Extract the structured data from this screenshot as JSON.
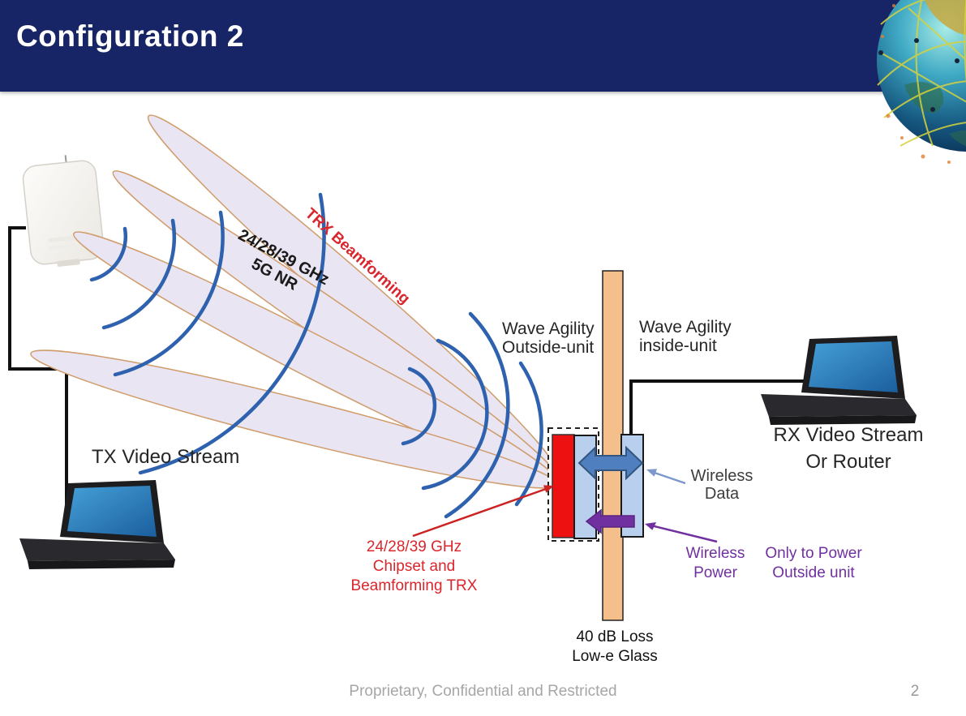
{
  "slide": {
    "title": "Configuration 2",
    "footer_text": "Proprietary, Confidential and Restricted",
    "page_number": "2"
  },
  "diagram": {
    "beam_label": "TRX Beamforming",
    "frequency": {
      "line1": "24/28/39 GHz",
      "line2": "5G NR"
    },
    "transmitter": {
      "label": "TX Video Stream"
    },
    "receiver": {
      "line1": "RX Video Stream",
      "line2": "Or Router"
    },
    "outside_unit": {
      "line1": "Wave Agility",
      "line2": "Outside-unit"
    },
    "inside_unit": {
      "line1": "Wave Agility",
      "line2": "inside-unit"
    },
    "wireless_data": {
      "line1": "Wireless",
      "line2": "Data"
    },
    "wireless_power": {
      "line1": "Wireless",
      "line2": "Power"
    },
    "power_note": {
      "line1": "Only to Power",
      "line2": "Outside unit"
    },
    "chipset": {
      "line1": "24/28/39 GHz",
      "line2": "Chipset and",
      "line3": "Beamforming TRX"
    },
    "glass": {
      "line1": "40 dB Loss",
      "line2": "Low-e Glass"
    }
  },
  "colors": {
    "header_bg": "#172465",
    "beam_fill": "#e9e5f2",
    "beam_outline": "#d09c6b",
    "wave_arc_blue": "#2f62ae",
    "accent_red": "#ee1111",
    "unit_blue": "#b9cfee",
    "glass_tan": "#f4bf8b",
    "power_purple": "#7030a0",
    "data_arrow_blue": "#4f7fbe",
    "label_red": "#d9262c",
    "footer_gray": "#a6a6a6"
  }
}
